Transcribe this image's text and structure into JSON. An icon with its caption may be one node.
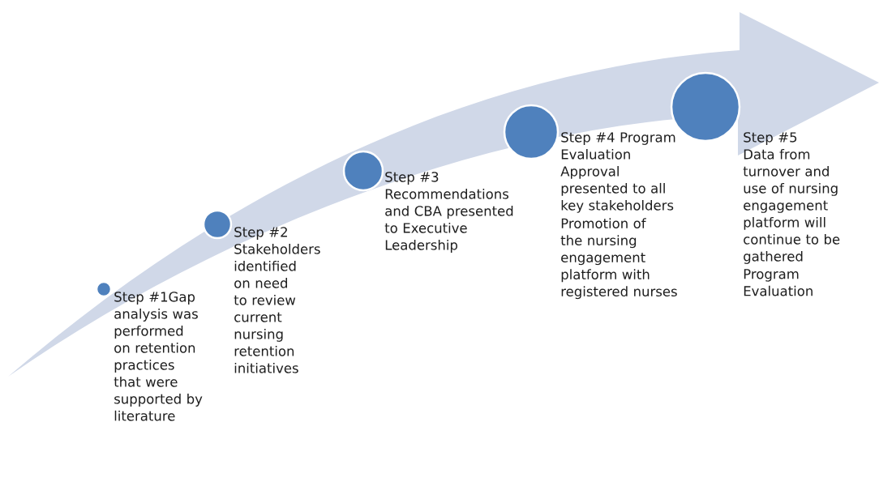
{
  "diagram": {
    "nodes": [
      {
        "text": [],
        "shape": "circle",
        "beside": [
          "Step #1Gap analysis was performed on retention practices that were supported by literature"
        ]
      },
      {
        "text": [],
        "shape": "circle",
        "beside": [
          "Step #2 Stakeholders identified on need to review current nursing retention initiatives"
        ]
      },
      {
        "text": [],
        "shape": "circle",
        "beside": [
          "Step #3 Recommendations and CBA presented to Executive Leadership"
        ]
      },
      {
        "text": [],
        "shape": "circle",
        "beside": [
          "Step #4 Program Evaluation Approval presented to all key stakeholders",
          "Promotion of the nursing engagement platform with registered nurses"
        ]
      },
      {
        "text": [],
        "shape": "circle",
        "beside": [
          "Step #5 Data from turnover and use of nursing engagement platform will continue to be gathered",
          "Program Evaluation"
        ]
      }
    ]
  }
}
